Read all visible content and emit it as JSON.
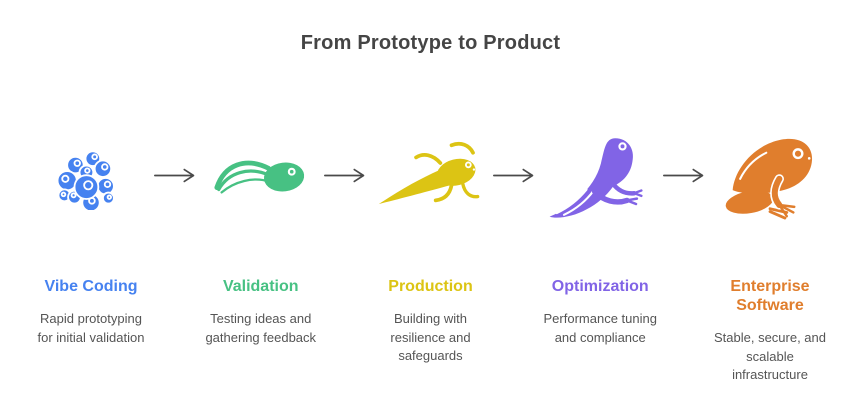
{
  "title": "From Prototype to Product",
  "colors": {
    "title": "#454545",
    "description_text": "#555555",
    "arrow": "#4a4a4a",
    "background": "#ffffff"
  },
  "stages": [
    {
      "icon": "frog-eggs-icon",
      "color": "#4682F0",
      "label": "Vibe Coding",
      "description": "Rapid prototyping\nfor initial validation"
    },
    {
      "icon": "tadpole-icon",
      "color": "#47C183",
      "label": "Validation",
      "description": "Testing ideas and\ngathering feedback"
    },
    {
      "icon": "tadpole-with-legs-icon",
      "color": "#DCC414",
      "label": "Production",
      "description": "Building with\nresilience and\nsafeguards"
    },
    {
      "icon": "young-frog-icon",
      "color": "#8164E6",
      "label": "Optimization",
      "description": "Performance tuning\nand compliance"
    },
    {
      "icon": "adult-frog-icon",
      "color": "#E07E2D",
      "label": "Enterprise\nSoftware",
      "description": "Stable, secure, and\nscalable\ninfrastructure"
    }
  ]
}
